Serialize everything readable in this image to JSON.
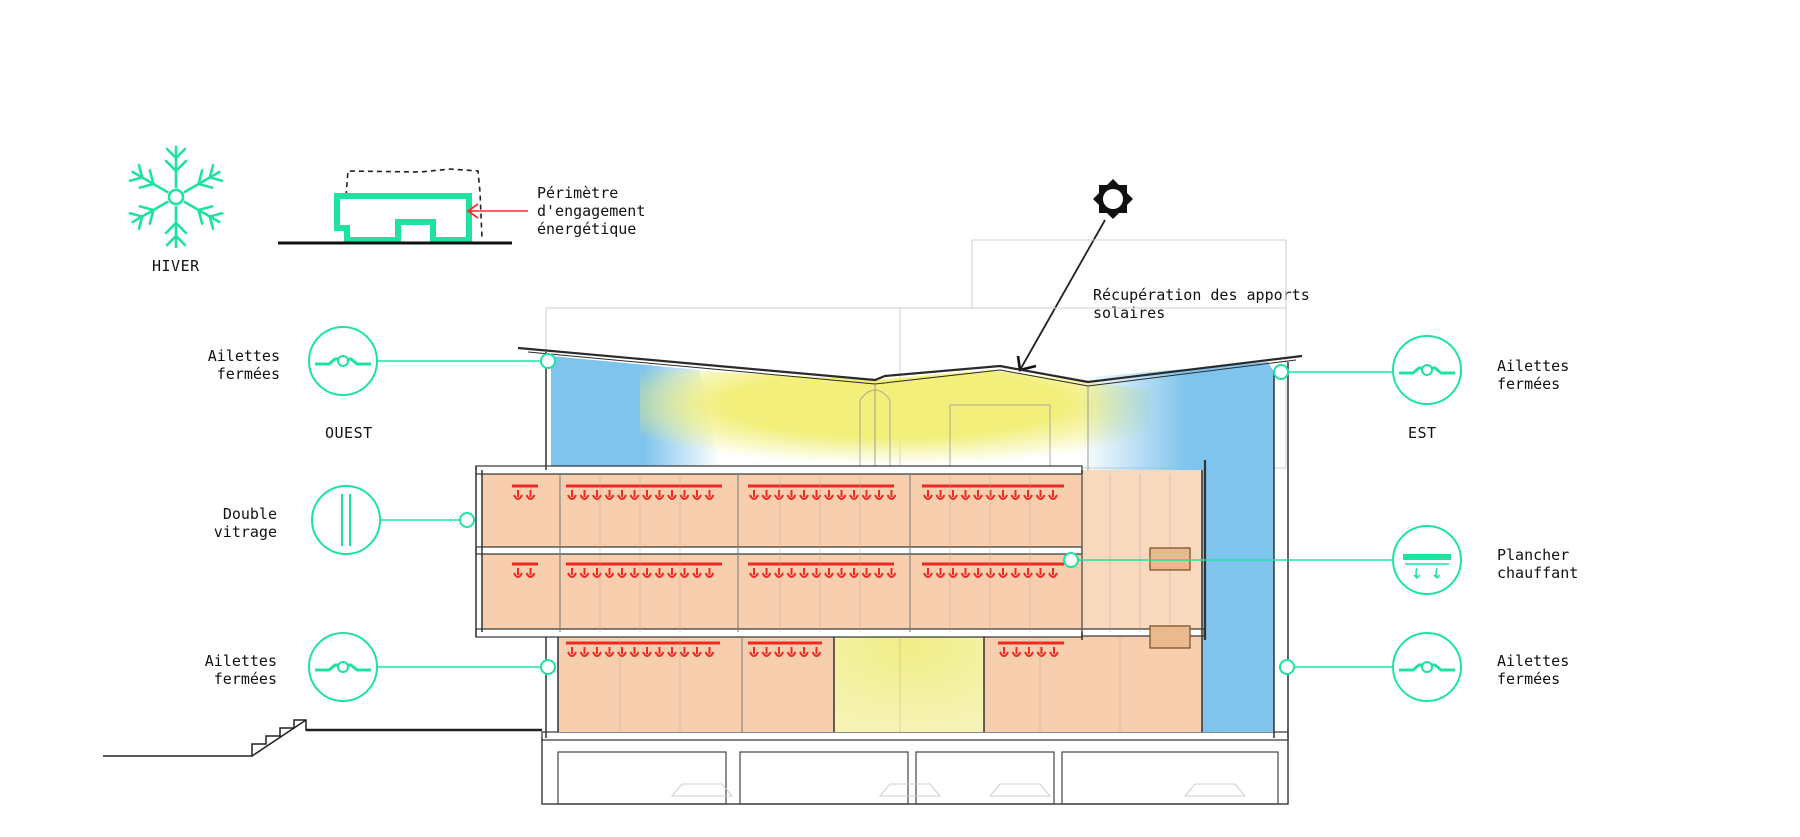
{
  "season": {
    "label": "HIVER",
    "icon": "snowflake-icon"
  },
  "perimeter_legend": {
    "lines": [
      "Périmètre",
      "d'engagement",
      "énergétique"
    ],
    "icon": "energy-perimeter-icon"
  },
  "sun": {
    "icon": "sun-icon",
    "label_lines": [
      "Récupération des apports",
      "solaires"
    ]
  },
  "orientation": {
    "west": "OUEST",
    "east": "EST"
  },
  "callouts": {
    "west_top": {
      "lines": [
        "Ailettes",
        "fermées"
      ],
      "icon": "louvers-closed-icon"
    },
    "west_mid": {
      "lines": [
        "Double",
        "vitrage"
      ],
      "icon": "double-glazing-icon"
    },
    "west_bottom": {
      "lines": [
        "Ailettes",
        "fermées"
      ],
      "icon": "louvers-closed-icon"
    },
    "east_top": {
      "lines": [
        "Ailettes",
        "fermées"
      ],
      "icon": "louvers-closed-icon"
    },
    "east_mid": {
      "lines": [
        "Plancher",
        "chauffant"
      ],
      "icon": "heated-floor-icon"
    },
    "east_bottom": {
      "lines": [
        "Ailettes",
        "fermées"
      ],
      "icon": "louvers-closed-icon"
    }
  },
  "colors": {
    "accent_green": "#1ee3a0",
    "arrow_red": "#ff2a2a",
    "heated_zone": "#f7cfae",
    "solar_yellow": "#f3ef7c",
    "cold_blue": "#7ec4ec",
    "heat_marker": "#ee2a23",
    "line_dark": "#2a2a2a"
  }
}
